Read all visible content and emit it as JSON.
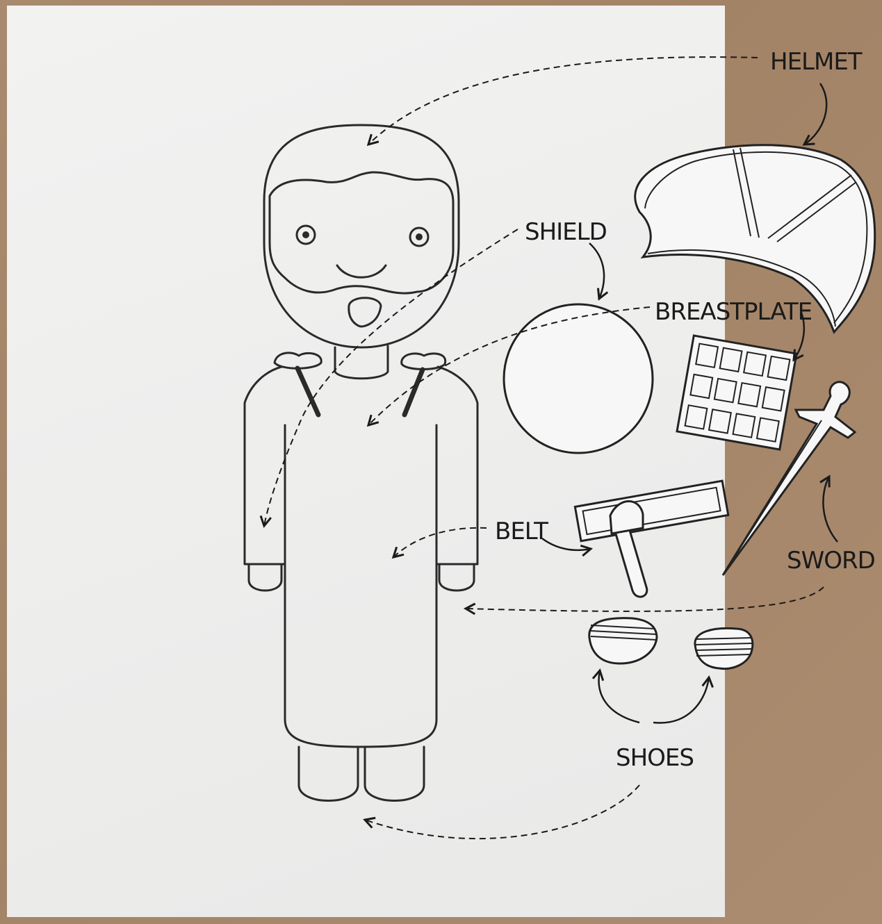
{
  "labels": {
    "helmet": "HELMET",
    "shield": "SHIELD",
    "breastplate": "BREASTPLATE",
    "belt": "BELT",
    "sword": "SWORD",
    "shoes": "SHOES"
  },
  "colors": {
    "cardboard": "#a8876a",
    "paper": "#efefee",
    "ink": "#1a1a1a"
  }
}
